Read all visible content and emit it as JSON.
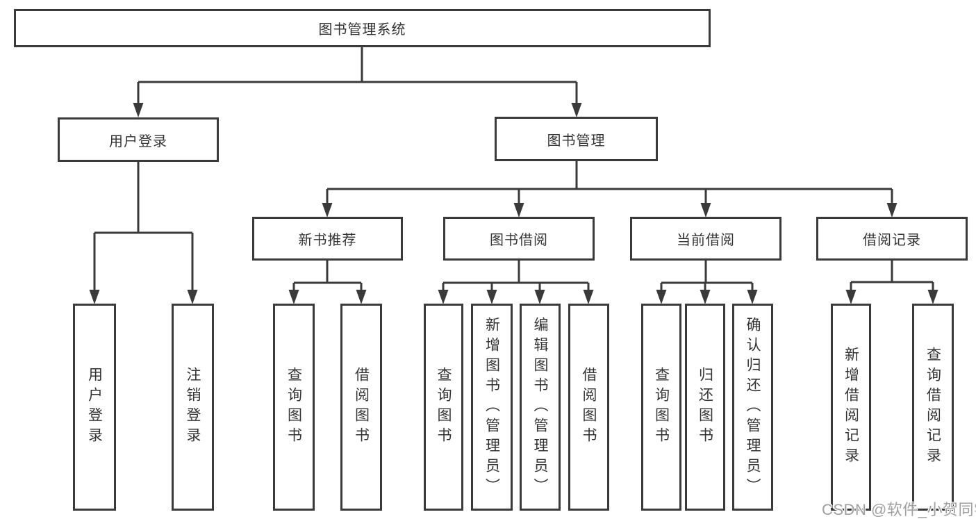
{
  "root": {
    "label": "图书管理系统"
  },
  "branches": [
    {
      "label": "用户登录",
      "children": [
        {
          "label": "用户登录"
        },
        {
          "label": "注销登录"
        }
      ]
    },
    {
      "label": "图书管理",
      "children": [
        {
          "label": "新书推荐",
          "children": [
            {
              "label": "查询图书"
            },
            {
              "label": "借阅图书"
            }
          ]
        },
        {
          "label": "图书借阅",
          "children": [
            {
              "label": "查询图书"
            },
            {
              "label": "新增图书（管理员）"
            },
            {
              "label": "编辑图书（管理员）"
            },
            {
              "label": "借阅图书"
            }
          ]
        },
        {
          "label": "当前借阅",
          "children": [
            {
              "label": "查询图书"
            },
            {
              "label": "归还图书"
            },
            {
              "label": "确认归还（管理员）"
            }
          ]
        },
        {
          "label": "借阅记录",
          "children": [
            {
              "label": "新增借阅记录"
            },
            {
              "label": "查询借阅记录"
            }
          ]
        }
      ]
    }
  ],
  "watermark": {
    "text": "CSDN @软件_小贺同学"
  },
  "colors": {
    "line": "#3a3a3a",
    "text": "#333333",
    "watermark": "#a0a0a0",
    "background": "#ffffff"
  }
}
